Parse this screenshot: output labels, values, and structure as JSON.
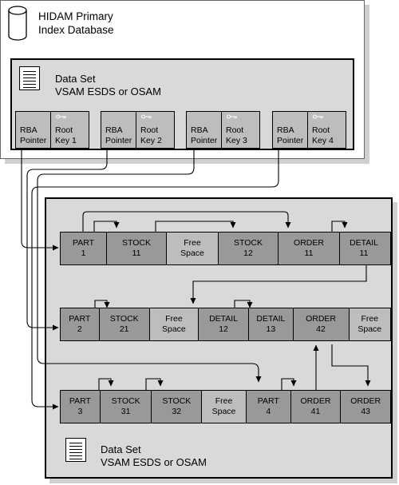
{
  "primary_db": {
    "title_line1": "HIDAM Primary",
    "title_line2": "Index Database",
    "dataset_line1": "Data Set",
    "dataset_line2": "VSAM ESDS or OSAM",
    "entries": [
      {
        "pointer": [
          "RBA",
          "Pointer"
        ],
        "key": [
          "Root",
          "Key 1"
        ]
      },
      {
        "pointer": [
          "RBA",
          "Pointer"
        ],
        "key": [
          "Root",
          "Key 2"
        ]
      },
      {
        "pointer": [
          "RBA",
          "Pointer"
        ],
        "key": [
          "Root",
          "Key 3"
        ]
      },
      {
        "pointer": [
          "RBA",
          "Pointer"
        ],
        "key": [
          "Root",
          "Key 4"
        ]
      }
    ]
  },
  "data_db": {
    "dataset_line1": "Data Set",
    "dataset_line2": "VSAM ESDS or OSAM",
    "rows": [
      [
        {
          "text": [
            "PART",
            "1"
          ]
        },
        {
          "text": [
            "STOCK",
            "11"
          ]
        },
        {
          "text": [
            "Free",
            "Space"
          ],
          "free": true
        },
        {
          "text": [
            "STOCK",
            "12"
          ]
        },
        {
          "text": [
            "ORDER",
            "11"
          ]
        },
        {
          "text": [
            "DETAIL",
            "11"
          ]
        }
      ],
      [
        {
          "text": [
            "PART",
            "2"
          ]
        },
        {
          "text": [
            "STOCK",
            "21"
          ]
        },
        {
          "text": [
            "Free",
            "Space"
          ],
          "free": true
        },
        {
          "text": [
            "DETAIL",
            "12"
          ]
        },
        {
          "text": [
            "DETAIL",
            "13"
          ]
        },
        {
          "text": [
            "ORDER",
            "42"
          ]
        },
        {
          "text": [
            "Free",
            "Space"
          ],
          "free": true
        }
      ],
      [
        {
          "text": [
            "PART",
            "3"
          ]
        },
        {
          "text": [
            "STOCK",
            "31"
          ]
        },
        {
          "text": [
            "STOCK",
            "32"
          ]
        },
        {
          "text": [
            "Free",
            "Space"
          ],
          "free": true
        },
        {
          "text": [
            "PART",
            "4"
          ]
        },
        {
          "text": [
            "ORDER",
            "41"
          ]
        },
        {
          "text": [
            "ORDER",
            "43"
          ]
        }
      ]
    ]
  }
}
